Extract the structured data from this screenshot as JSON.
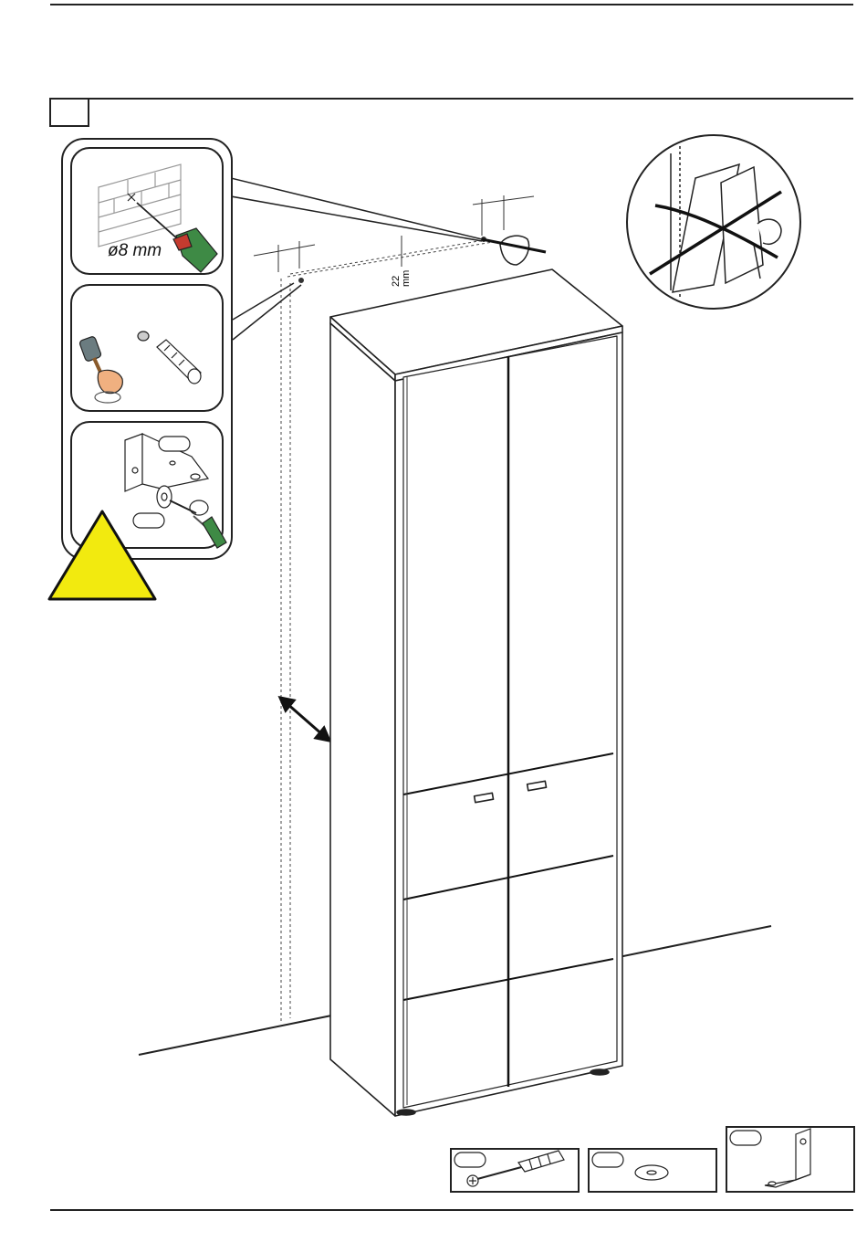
{
  "document": {
    "type": "assembly-instruction-step",
    "step_number": "",
    "warning_color": "#f2ea0f"
  },
  "drill_panel": {
    "drill_size_label": "ø8 mm",
    "icons": [
      "brick-wall-icon",
      "power-drill-icon",
      "hammer-icon",
      "wall-plug-icon",
      "angle-bracket-icon",
      "screwdriver-icon"
    ],
    "part_badges": [
      "",
      ""
    ]
  },
  "dimensions": {
    "edge_offset_value": "22",
    "edge_offset_unit": "mm"
  },
  "prohibition_icon": "do-not-tip-icon",
  "hardware_boxes": [
    {
      "badge": "",
      "part": "screw-and-wall-plug-icon"
    },
    {
      "badge": "",
      "part": "washer-icon"
    },
    {
      "badge": "",
      "part": "angle-bracket-icon"
    }
  ]
}
